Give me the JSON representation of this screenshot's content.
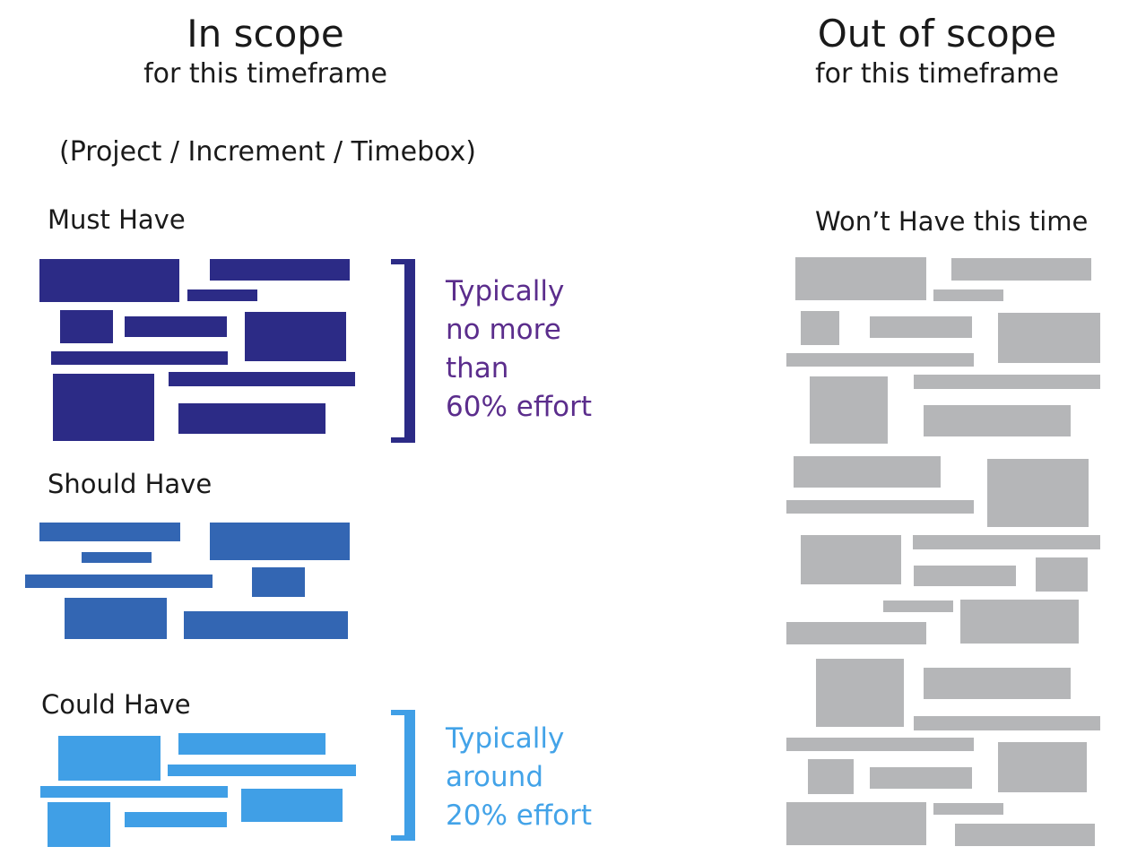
{
  "colors": {
    "must": "#2c2b86",
    "should": "#3366b3",
    "could": "#409fe6",
    "wont": "#b5b6b8",
    "must_note": "#5b2d8c",
    "could_note": "#43a3e8",
    "text": "#1a1a1a"
  },
  "in_scope": {
    "title": "In scope",
    "subtitle": "for this timeframe",
    "scope_note": "(Project / Increment / Timebox)",
    "must_label": "Must Have",
    "should_label": "Should Have",
    "could_label": "Could Have",
    "must_note": "Typically\nno more\nthan\n60% effort",
    "could_note": "Typically\naround\n20% effort"
  },
  "out_scope": {
    "title": "Out of scope",
    "subtitle": "for this timeframe",
    "wont_label": "Won’t Have this time"
  }
}
